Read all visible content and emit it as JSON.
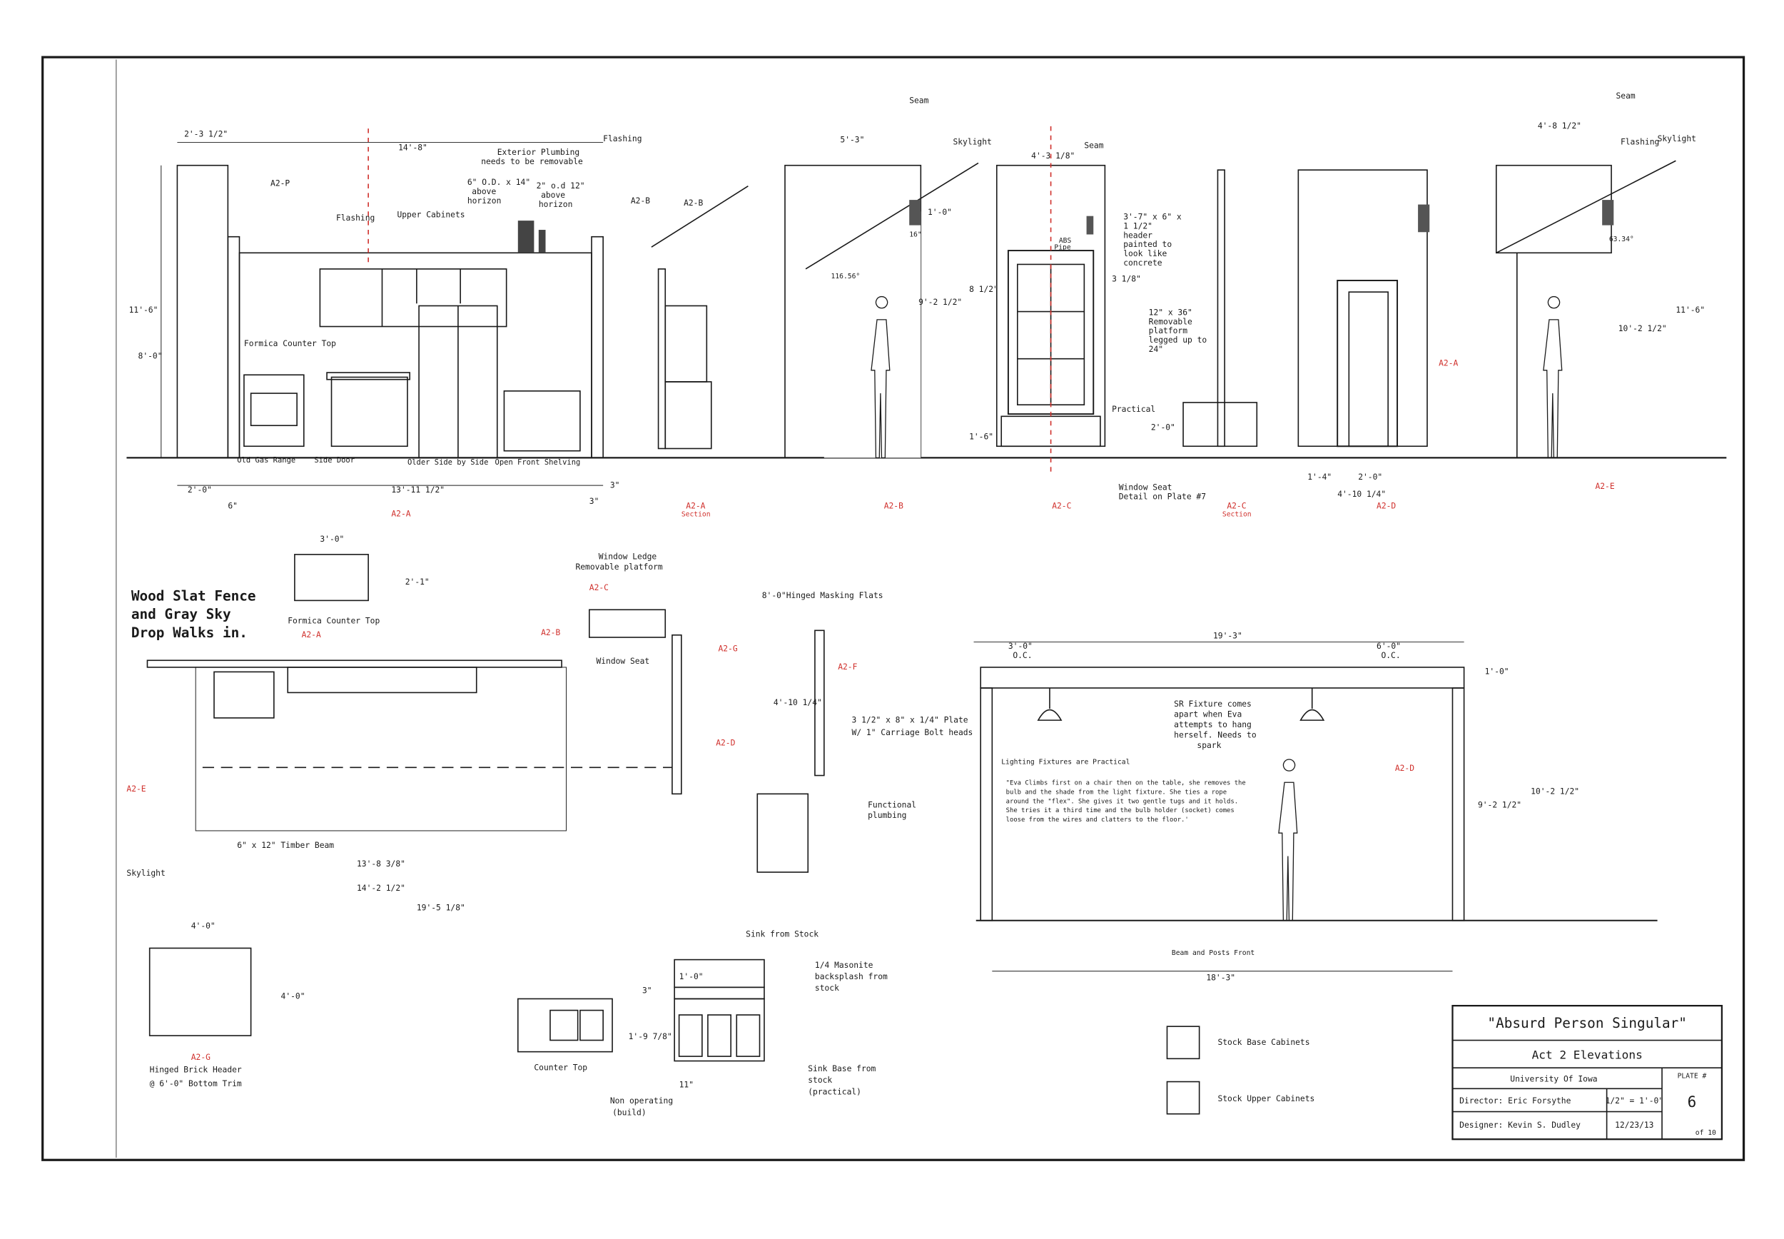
{
  "colors": {
    "brick_fill": "#d9d9d9",
    "stock_base_cabinets": "#9ccc4a",
    "stock_upper_cabinets": "#0e7f80",
    "reference_tag": "#d0312d",
    "line": "#1a1a1a"
  },
  "title_block": {
    "show_title": "\"Absurd Person Singular\"",
    "drawing_title": "Act 2 Elevations",
    "school": "University Of Iowa",
    "director": "Director: Eric Forsythe",
    "designer": "Designer: Kevin S. Dudley",
    "scale": "1/2\" = 1'-0\"",
    "date": "12/23/13",
    "plate_label": "PLATE #",
    "plate_number": "6",
    "plate_total": "of 10"
  },
  "legend": [
    {
      "label": "Stock Base Cabinets",
      "color": "#9ccc4a"
    },
    {
      "label": "Stock Upper Cabinets",
      "color": "#0e7f80"
    }
  ],
  "elevation_a": {
    "dims": {
      "top_a": "2'-3 1/2\"",
      "top_b": "14'-8\"",
      "height_a": "11'-6\"",
      "height_b": "8'-0\"",
      "bottom_a": "2'-0\"",
      "bottom_b": "13'-11 1/2\"",
      "bottom_c": "6\"",
      "bottom_d": "3\"",
      "bottom_e": "3\""
    },
    "tag_a2p": "A2-P",
    "tag_a2b": "A2-B",
    "tag_a2b2": "A2-B",
    "notes": {
      "flashing": "Flashing",
      "flashing_top": "Flashing",
      "plumbing1": "Exterior Plumbing",
      "plumbing2": "needs to be removable",
      "od14_1": "6\" O.D. x 14\"",
      "od14_2": "above",
      "od14_3": "horizon",
      "od12_1": "2\" o.d 12\"",
      "od12_2": "above",
      "od12_3": "horizon",
      "upper_cabinets": "Upper Cabinets",
      "formica": "Formica Counter Top",
      "old_gas_range": "Old Gas Range",
      "side_door": "Side Door",
      "older_side": "Older Side by Side",
      "open_front": "Open Front Shelving"
    },
    "caption": "A2-A"
  },
  "elevation_a_section": {
    "caption": "A2-A",
    "sub": "Section"
  },
  "elevation_b": {
    "notes": {
      "seam": "Seam",
      "skylight": "Skylight"
    },
    "dims": {
      "top": "5'-3\"",
      "h1": "1'-0\"",
      "angle": "116.56°",
      "h2": "9'-2 1/2\"",
      "small": "16\""
    },
    "caption": "A2-B"
  },
  "elevation_c": {
    "notes": {
      "seam": "Seam",
      "abs1": "ABS",
      "abs2": "Pipe",
      "practical": "Practical",
      "header1": "3'-7\" x 6\" x",
      "header2": "1 1/2\"",
      "header3": "header",
      "header4": "painted to",
      "header5": "look like",
      "header6": "concrete"
    },
    "dims": {
      "top": "4'-3 1/8\"",
      "left": "8 1/2\"",
      "right": "3 1/8\"",
      "bottom": "1'-6\""
    },
    "caption": "A2-C"
  },
  "elevation_c_section": {
    "notes": {
      "plat1": "12\" x 36\"",
      "plat2": "Removable",
      "plat3": "platform",
      "plat4": "legged up to",
      "plat5": "24\"",
      "ws1": "Window Seat",
      "ws2": "Detail on Plate #7"
    },
    "dims": {
      "h": "2'-0\""
    },
    "caption": "A2-C",
    "sub": "Section"
  },
  "elevation_d": {
    "dims": {
      "a": "1'-4\"",
      "b": "2'-0\"",
      "c": "4'-10 1/4\""
    },
    "caption": "A2-D"
  },
  "elevation_e": {
    "notes": {
      "seam": "Seam",
      "flashing": "Flashing",
      "skylight": "Skylight"
    },
    "dims": {
      "top": "4'-8 1/2\"",
      "angle": "63.34°",
      "h1": "10'-2 1/2\"",
      "h2": "11'-6\""
    },
    "tag": "A2-A",
    "caption": "A2-E"
  },
  "plan": {
    "headline1": "Wood Slat Fence",
    "headline2": "and Gray Sky",
    "headline3": "Drop Walks in.",
    "counter_dim_w": "3'-0\"",
    "counter_dim_h": "2'-1\"",
    "counter_caption": "Formica Counter Top",
    "ledge1": "Window Ledge",
    "ledge2": "Removable platform",
    "tag_c": "A2-C",
    "tag_b": "A2-B",
    "tag_a": "A2-A",
    "tag_g": "A2-G",
    "tag_d": "A2-D",
    "tag_e": "A2-E",
    "tag_f": "A2-F",
    "window_seat": "Window Seat",
    "flats": "8'-0\"Hinged Masking Flats",
    "flats_dim": "4'-10 1/4\"",
    "plate1": "3 1/2\" x 8\" x 1/4\" Plate",
    "plate2": "W/ 1\" Carriage Bolt heads",
    "skylight": "Skylight",
    "timber": "6\" x 12\" Timber Beam",
    "d1": "13'-8 3/8\"",
    "d2": "14'-2 1/2\"",
    "d3": "19'-5 1/8\"",
    "plumbing1": "Functional",
    "plumbing2": "plumbing",
    "sink": "Sink from Stock"
  },
  "header_detail": {
    "dim_w": "4'-0\"",
    "dim_h": "4'-0\"",
    "tag": "A2-G",
    "cap1": "Hinged Brick Header",
    "cap2": "@ 6'-0\" Bottom Trim"
  },
  "counter_top_caption": "Counter Top",
  "sink_base": {
    "dims": {
      "top": "1'-0\"",
      "a": "3\"",
      "b": "1'-9 7/8\"",
      "c": "11\""
    },
    "notes": {
      "m1": "1/4 Masonite",
      "m2": "backsplash from",
      "m3": "stock",
      "s1": "Sink Base from",
      "s2": "stock",
      "s3": "(practical)",
      "n1": "Non operating",
      "n2": "(build)"
    }
  },
  "beam_front": {
    "dims": {
      "top": "19'-3\"",
      "oc_a": "3'-0\"",
      "oc_a2": "O.C.",
      "oc_b": "6'-0\"",
      "oc_b2": "O.C.",
      "h1": "1'-0\"",
      "h2": "9'-2 1/2\"",
      "h3": "10'-2 1/2\"",
      "bottom": "18'-3\""
    },
    "tag": "A2-D",
    "notes": {
      "sr1": "SR Fixture comes",
      "sr2": "apart when Eva",
      "sr3": "attempts to hang",
      "sr4": "herself.  Needs to",
      "sr5": "spark",
      "light": "Lighting Fixtures are Practical",
      "story1": "\"Eva Climbs first on a chair then on the table, she removes the",
      "story2": "bulb and the shade from the light fixture.  She ties a rope",
      "story3": "around the \"flex\".  She gives it two gentle tugs and it holds.",
      "story4": "She tries it a third time and the bulb holder (socket) comes",
      "story5": "loose from the wires and clatters to the floor.'"
    },
    "caption": "Beam and Posts Front"
  }
}
